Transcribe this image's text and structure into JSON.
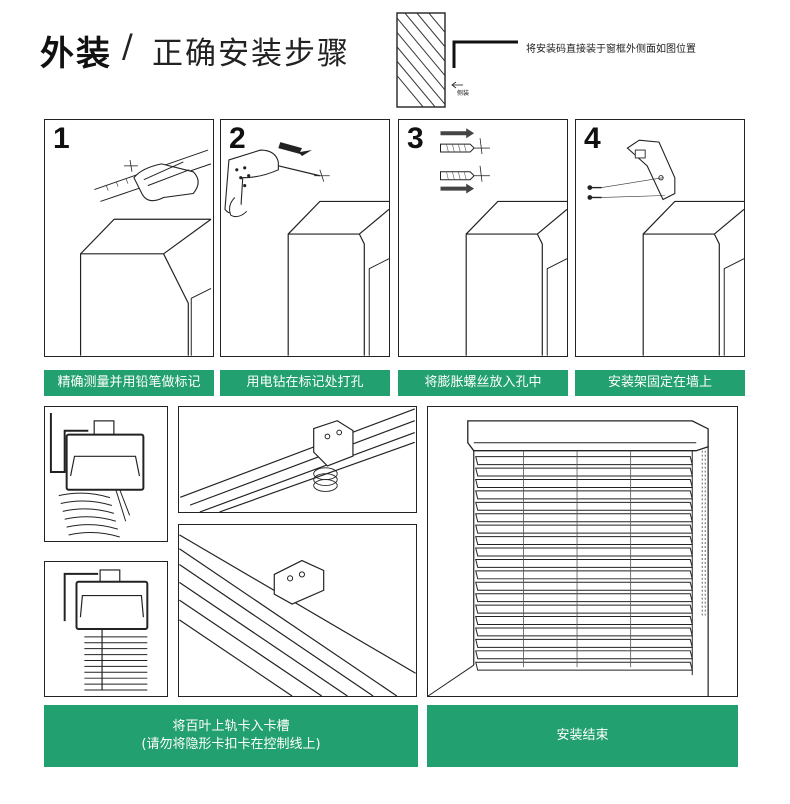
{
  "header": {
    "title_bold": "外装",
    "title_slash": "/",
    "title_rest": "正确安装步骤",
    "note": "将安装码直接装于窗框外侧面如图位置",
    "side_label": "侧装"
  },
  "steps": [
    {
      "number": "1",
      "caption": "精确测量并用铅笔做标记"
    },
    {
      "number": "2",
      "caption": "用电钻在标记处打孔"
    },
    {
      "number": "3",
      "caption": "将膨胀螺丝放入孔中"
    },
    {
      "number": "4",
      "caption": "安装架固定在墙上"
    }
  ],
  "bottom": {
    "rail_caption_line1": "将百叶上轨卡入卡槽",
    "rail_caption_line2": "(请勿将隐形卡扣卡在控制线上)",
    "finish_caption": "安装结束"
  },
  "colors": {
    "accent_green": "#22a06f",
    "line": "#222222"
  }
}
